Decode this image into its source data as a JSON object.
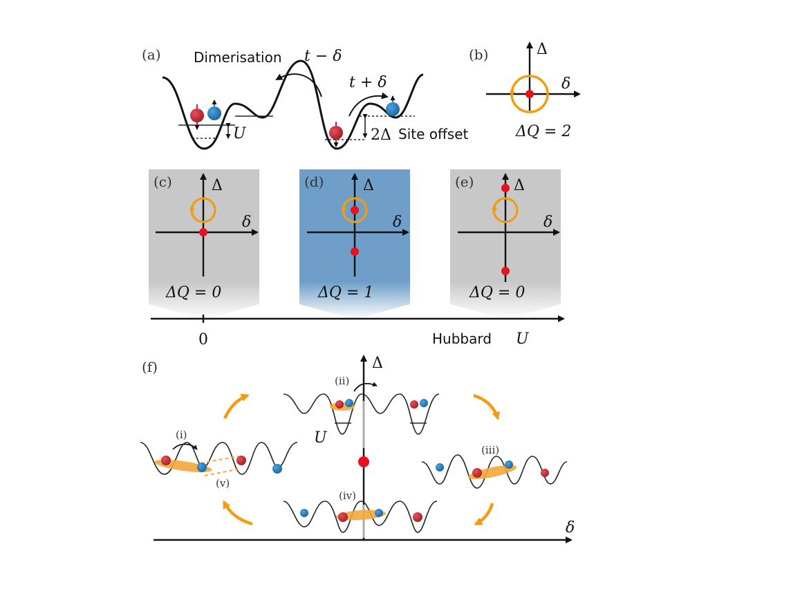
{
  "panel_labels": {
    "a": "(a)",
    "b": "(b)",
    "c": "(c)",
    "d": "(d)",
    "e": "(e)",
    "f": "(f)"
  },
  "panel_a": {
    "dimerisation": "Dimerisation",
    "hop_weak": "t − δ",
    "hop_strong": "t + δ",
    "interaction": "U",
    "offset": "2Δ",
    "site_offset": "Site offset"
  },
  "axes": {
    "vertical": "Δ",
    "horizontal": "δ"
  },
  "charges": {
    "b": "ΔQ = 2",
    "c": "ΔQ = 0",
    "d": "ΔQ = 1",
    "e": "ΔQ = 0"
  },
  "hubbard_axis": {
    "zero": "0",
    "label": "Hubbard",
    "symbol": "U"
  },
  "panel_f": {
    "steps": [
      "(i)",
      "(ii)",
      "(iii)",
      "(iv)",
      "(v)"
    ],
    "interaction": "U"
  },
  "colors": {
    "spin_up": "#2a7ec0",
    "spin_down": "#c0262e",
    "pump_loop": "#f39c12",
    "degeneracy_point": "#e8101c",
    "panel_gray": "#c8c8c8",
    "panel_blue": "#6f9fc8"
  }
}
